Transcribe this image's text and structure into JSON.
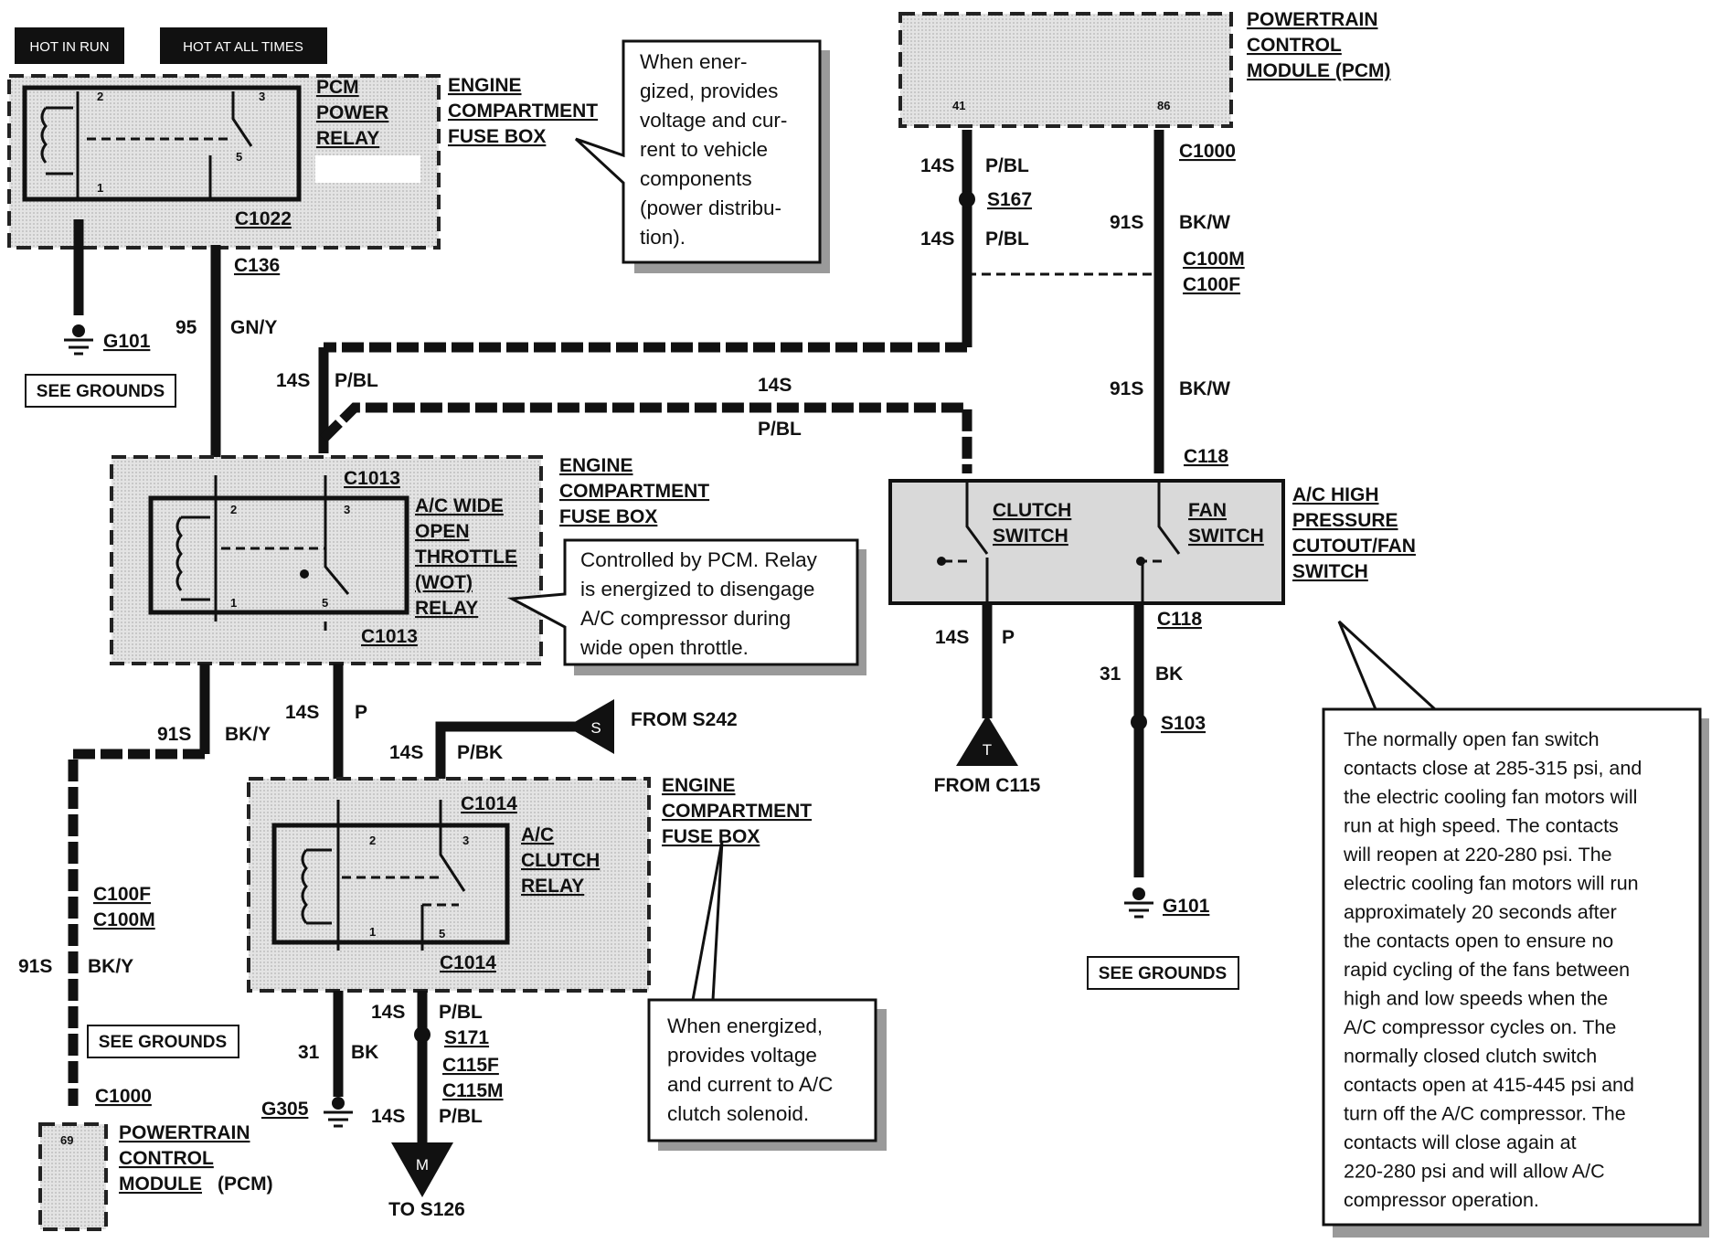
{
  "tags": {
    "hot_in_run": "HOT IN RUN",
    "hot_at_all_times": "HOT AT ALL TIMES"
  },
  "pcm_top": {
    "line1": "POWERTRAIN",
    "line2": "CONTROL",
    "line3": "MODULE (PCM)",
    "pin_a": "41",
    "pin_b": "86"
  },
  "pcm_power_relay": {
    "name1": "PCM",
    "name2": "POWER",
    "name3": "RELAY",
    "box1": "ENGINE",
    "box2": "COMPARTMENT",
    "box3": "FUSE BOX",
    "pin2": "2",
    "pin3": "3",
    "pin1": "1",
    "pin5": "5",
    "connector": "C1022"
  },
  "callout_relay": "When ener-|gized, provides|voltage and cur-|rent to vehicle|components|(power distribu-|tion).",
  "wire_top_left": {
    "conn": "C136",
    "circuit": "95",
    "color": "GN/Y",
    "ground": "G101",
    "see_grounds": "SEE GROUNDS"
  },
  "pcm_wires": {
    "gauge_a": "14S",
    "color_a": "P/BL",
    "splice": "S167",
    "gauge_a2": "14S",
    "color_a2": "P/BL",
    "conn_top": "C1000",
    "gauge_b": "91S",
    "color_b": "BK/W",
    "conn_m": "C100M",
    "conn_f": "C100F"
  },
  "mid_wires": {
    "gauge_left": "14S",
    "color_left": "P/BL",
    "gauge_mid": "14S",
    "color_mid": "P/BL",
    "gauge_right": "91S",
    "color_right": "BK/W",
    "conn_c118": "C118"
  },
  "wot_relay": {
    "conn_top": "C1013",
    "name1": "A/C WIDE",
    "name2": "OPEN",
    "name3": "THROTTLE",
    "name4": "(WOT)",
    "name5": "RELAY",
    "box1": "ENGINE",
    "box2": "COMPARTMENT",
    "box3": "FUSE BOX",
    "pin2": "2",
    "pin3": "3",
    "pin1": "1",
    "pin5": "5",
    "conn_bottom": "C1013"
  },
  "callout_wot": "Controlled by PCM. Relay|is energized to disengage|A/C compressor during|wide open throttle.",
  "switch": {
    "clutch1": "CLUTCH",
    "clutch2": "SWITCH",
    "fan1": "FAN",
    "fan2": "SWITCH",
    "name1": "A/C HIGH",
    "name2": "PRESSURE",
    "name3": "CUTOUT/FAN",
    "name4": "SWITCH",
    "conn_bottom": "C118",
    "gauge_p": "14S",
    "color_p": "P",
    "from_t": "T",
    "from_label": "FROM C115",
    "gauge_bk": "31",
    "color_bk": "BK",
    "splice": "S103",
    "ground": "G101",
    "see_grounds": "SEE GROUNDS"
  },
  "callout_switch": "The normally open fan switch|contacts close at 285-315 psi, and|the electric cooling fan motors will|run at high speed.  The contacts|will reopen at 220-280 psi.  The|electric cooling fan motors will run|approximately 20 seconds after|the contacts open to ensure no|rapid cycling of the fans between|high and low speeds when the|A/C compressor cycles on.  The|normally closed clutch switch|contacts open at 415-445 psi and|turn off the A/C compressor.  The|contacts will close again at|220-280 psi and will allow A/C|compressor operation.",
  "left_wires": {
    "gauge_a": "91S",
    "color_a": "BK/Y",
    "conn_f": "C100F",
    "conn_m": "C100M",
    "gauge_b": "91S",
    "color_b": "BK/Y",
    "see_grounds": "SEE GROUNDS",
    "conn_c1000": "C1000"
  },
  "pcm_bottom": {
    "line1": "POWERTRAIN",
    "line2": "CONTROL",
    "line3": "MODULE",
    "line3b": "(PCM)",
    "pin": "69"
  },
  "clutch_relay": {
    "gauge_p": "14S",
    "color_p": "P",
    "from_s": "S",
    "from_label": "FROM S242",
    "gauge_pbk": "14S",
    "color_pbk": "P/BK",
    "conn_top": "C1014",
    "name1": "A/C",
    "name2": "CLUTCH",
    "name3": "RELAY",
    "box1": "ENGINE",
    "box2": "COMPARTMENT",
    "box3": "FUSE BOX",
    "pin2": "2",
    "pin3": "3",
    "pin1": "1",
    "pin5": "5",
    "conn_bottom": "C1014"
  },
  "callout_clutch": "When energized,|provides voltage|and current to A/C|clutch solenoid.",
  "bottom_wires": {
    "gauge_bk": "31",
    "color_bk": "BK",
    "ground": "G305",
    "gauge_a": "14S",
    "color_a": "P/BL",
    "splice": "S171",
    "conn_f": "C115F",
    "conn_m": "C115M",
    "gauge_b": "14S",
    "color_b": "P/BL",
    "to_m": "M",
    "to_label": "TO S126"
  }
}
